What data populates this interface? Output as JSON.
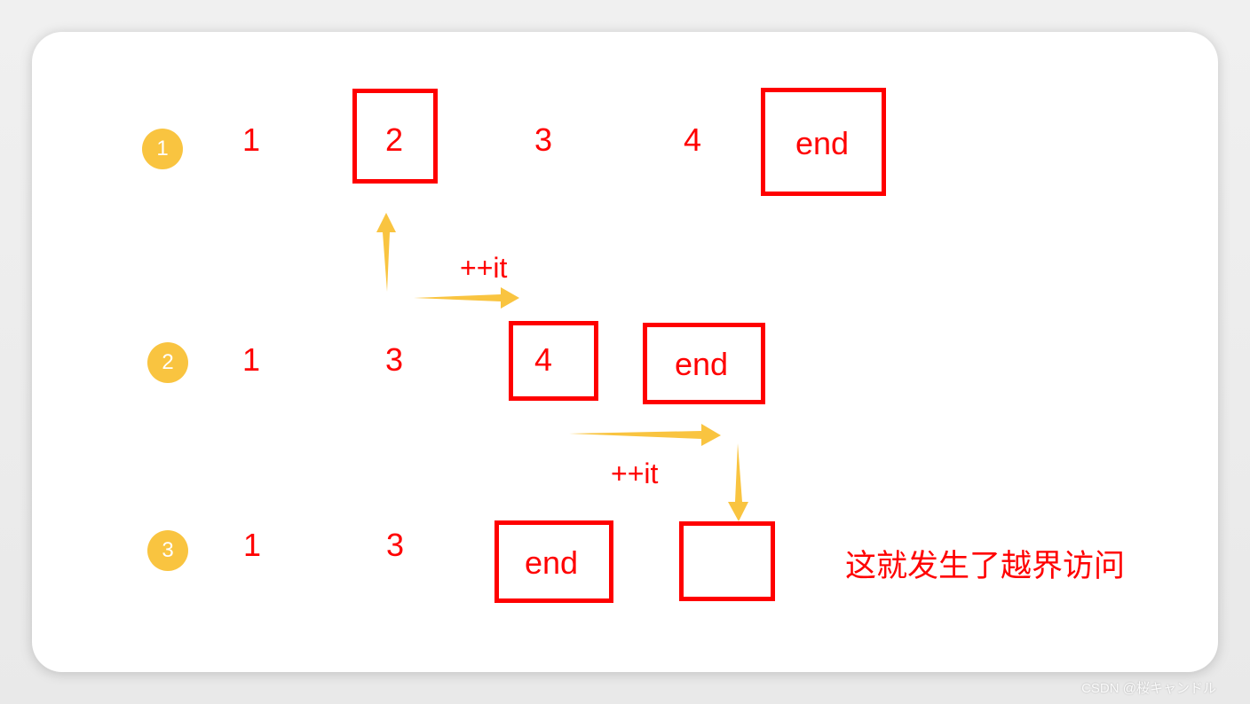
{
  "rows": [
    {
      "badge": "1",
      "cells": [
        "1",
        "2",
        "3",
        "4",
        "end"
      ]
    },
    {
      "badge": "2",
      "cells": [
        "1",
        "3",
        "4",
        "end"
      ]
    },
    {
      "badge": "3",
      "cells": [
        "1",
        "3",
        "end",
        ""
      ]
    }
  ],
  "labels": {
    "step1": "++it",
    "step2": "++it"
  },
  "note": "这就发生了越界访问",
  "watermark": "CSDN @桜キャンドル",
  "colors": {
    "accent": "#ff0000",
    "arrow": "#f9c440",
    "badge": "#f9c440"
  }
}
